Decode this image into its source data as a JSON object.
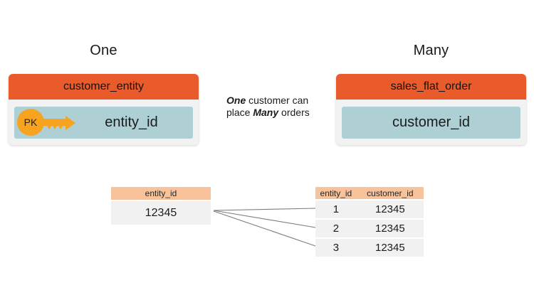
{
  "headings": {
    "left": "One",
    "right": "Many"
  },
  "left_card": {
    "title": "customer_entity",
    "field": "entity_id",
    "pk_label": "PK"
  },
  "right_card": {
    "title": "sales_flat_order",
    "field": "customer_id"
  },
  "note": {
    "bold_one": "One",
    "after_one": " customer can",
    "line2_start": "place ",
    "bold_many": "Many",
    "after_many": " orders"
  },
  "left_table": {
    "header": "entity_id",
    "value": "12345"
  },
  "right_table": {
    "headers": [
      "entity_id",
      "customer_id"
    ],
    "rows": [
      [
        "1",
        "12345"
      ],
      [
        "2",
        "12345"
      ],
      [
        "3",
        "12345"
      ]
    ]
  },
  "colors": {
    "header_orange": "#ea5b2b",
    "field_blue": "#aed0d5",
    "card_gray": "#f2f2f2",
    "table_peach": "#f8c29a",
    "key_gold": "#f6a41f",
    "connector_gray": "#7c7c7c"
  }
}
